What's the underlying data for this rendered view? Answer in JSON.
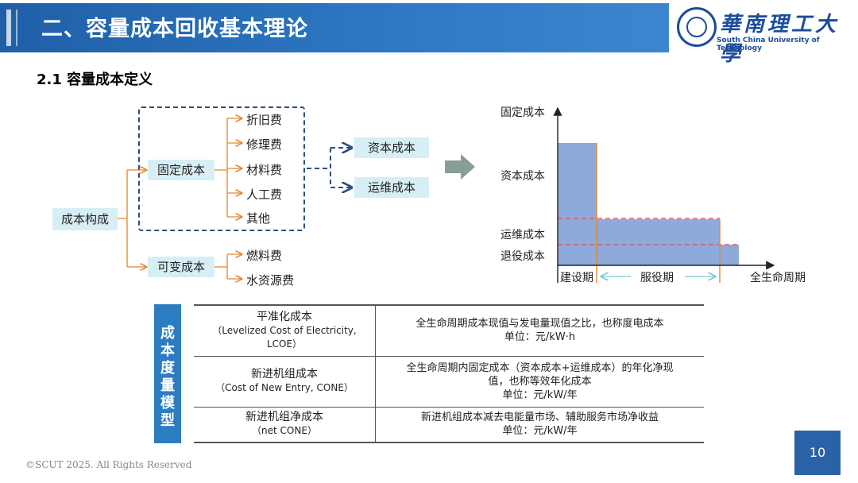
{
  "header": {
    "title": "二、容量成本回收基本理论",
    "logo_cn": "華南理工大學",
    "logo_en": "South China University of Technology"
  },
  "section": {
    "title": "2.1 容量成本定义"
  },
  "tree": {
    "root": "成本构成",
    "fixed": "固定成本",
    "fixed_items": [
      "折旧费",
      "修理费",
      "材料费",
      "人工费",
      "其他"
    ],
    "variable": "可变成本",
    "variable_items": [
      "燃料费",
      "水资源费"
    ],
    "groups": [
      "资本成本",
      "运维成本"
    ]
  },
  "chart": {
    "y_axis_label": "固定成本",
    "level_labels": [
      "资本成本",
      "运维成本",
      "退役成本"
    ],
    "x_axis_label": "全生命周期",
    "phases": [
      "建设期",
      "服役期"
    ],
    "colors": {
      "bar": "#8eaadb",
      "divider": "#e0892e",
      "dashed": "#e05a6a",
      "arrow": "#9fd6df"
    }
  },
  "table": {
    "side_label": [
      "成",
      "本",
      "度",
      "量",
      "模",
      "型"
    ],
    "rows": [
      {
        "name": "平准化成本",
        "name_en": [
          "（Levelized Cost of Electricity,",
          "LCOE）"
        ],
        "desc": [
          "全生命周期成本现值与发电量现值之比，也称度电成本",
          "单位：元/kW·h"
        ]
      },
      {
        "name": "新进机组成本",
        "name_en": [
          "（Cost of New Entry, CONE）"
        ],
        "desc": [
          "全生命周期内固定成本（资本成本+运维成本）的年化净现",
          "值，也称等效年化成本",
          "单位：元/kW/年"
        ]
      },
      {
        "name": "新进机组净成本",
        "name_en": [
          "（net CONE）"
        ],
        "desc": [
          "新进机组成本减去电能量市场、辅助服务市场净收益",
          "单位：元/kW/年"
        ]
      }
    ]
  },
  "footer": {
    "copyright": "©SCUT 2025. All Rights Reserved",
    "page": "10"
  }
}
